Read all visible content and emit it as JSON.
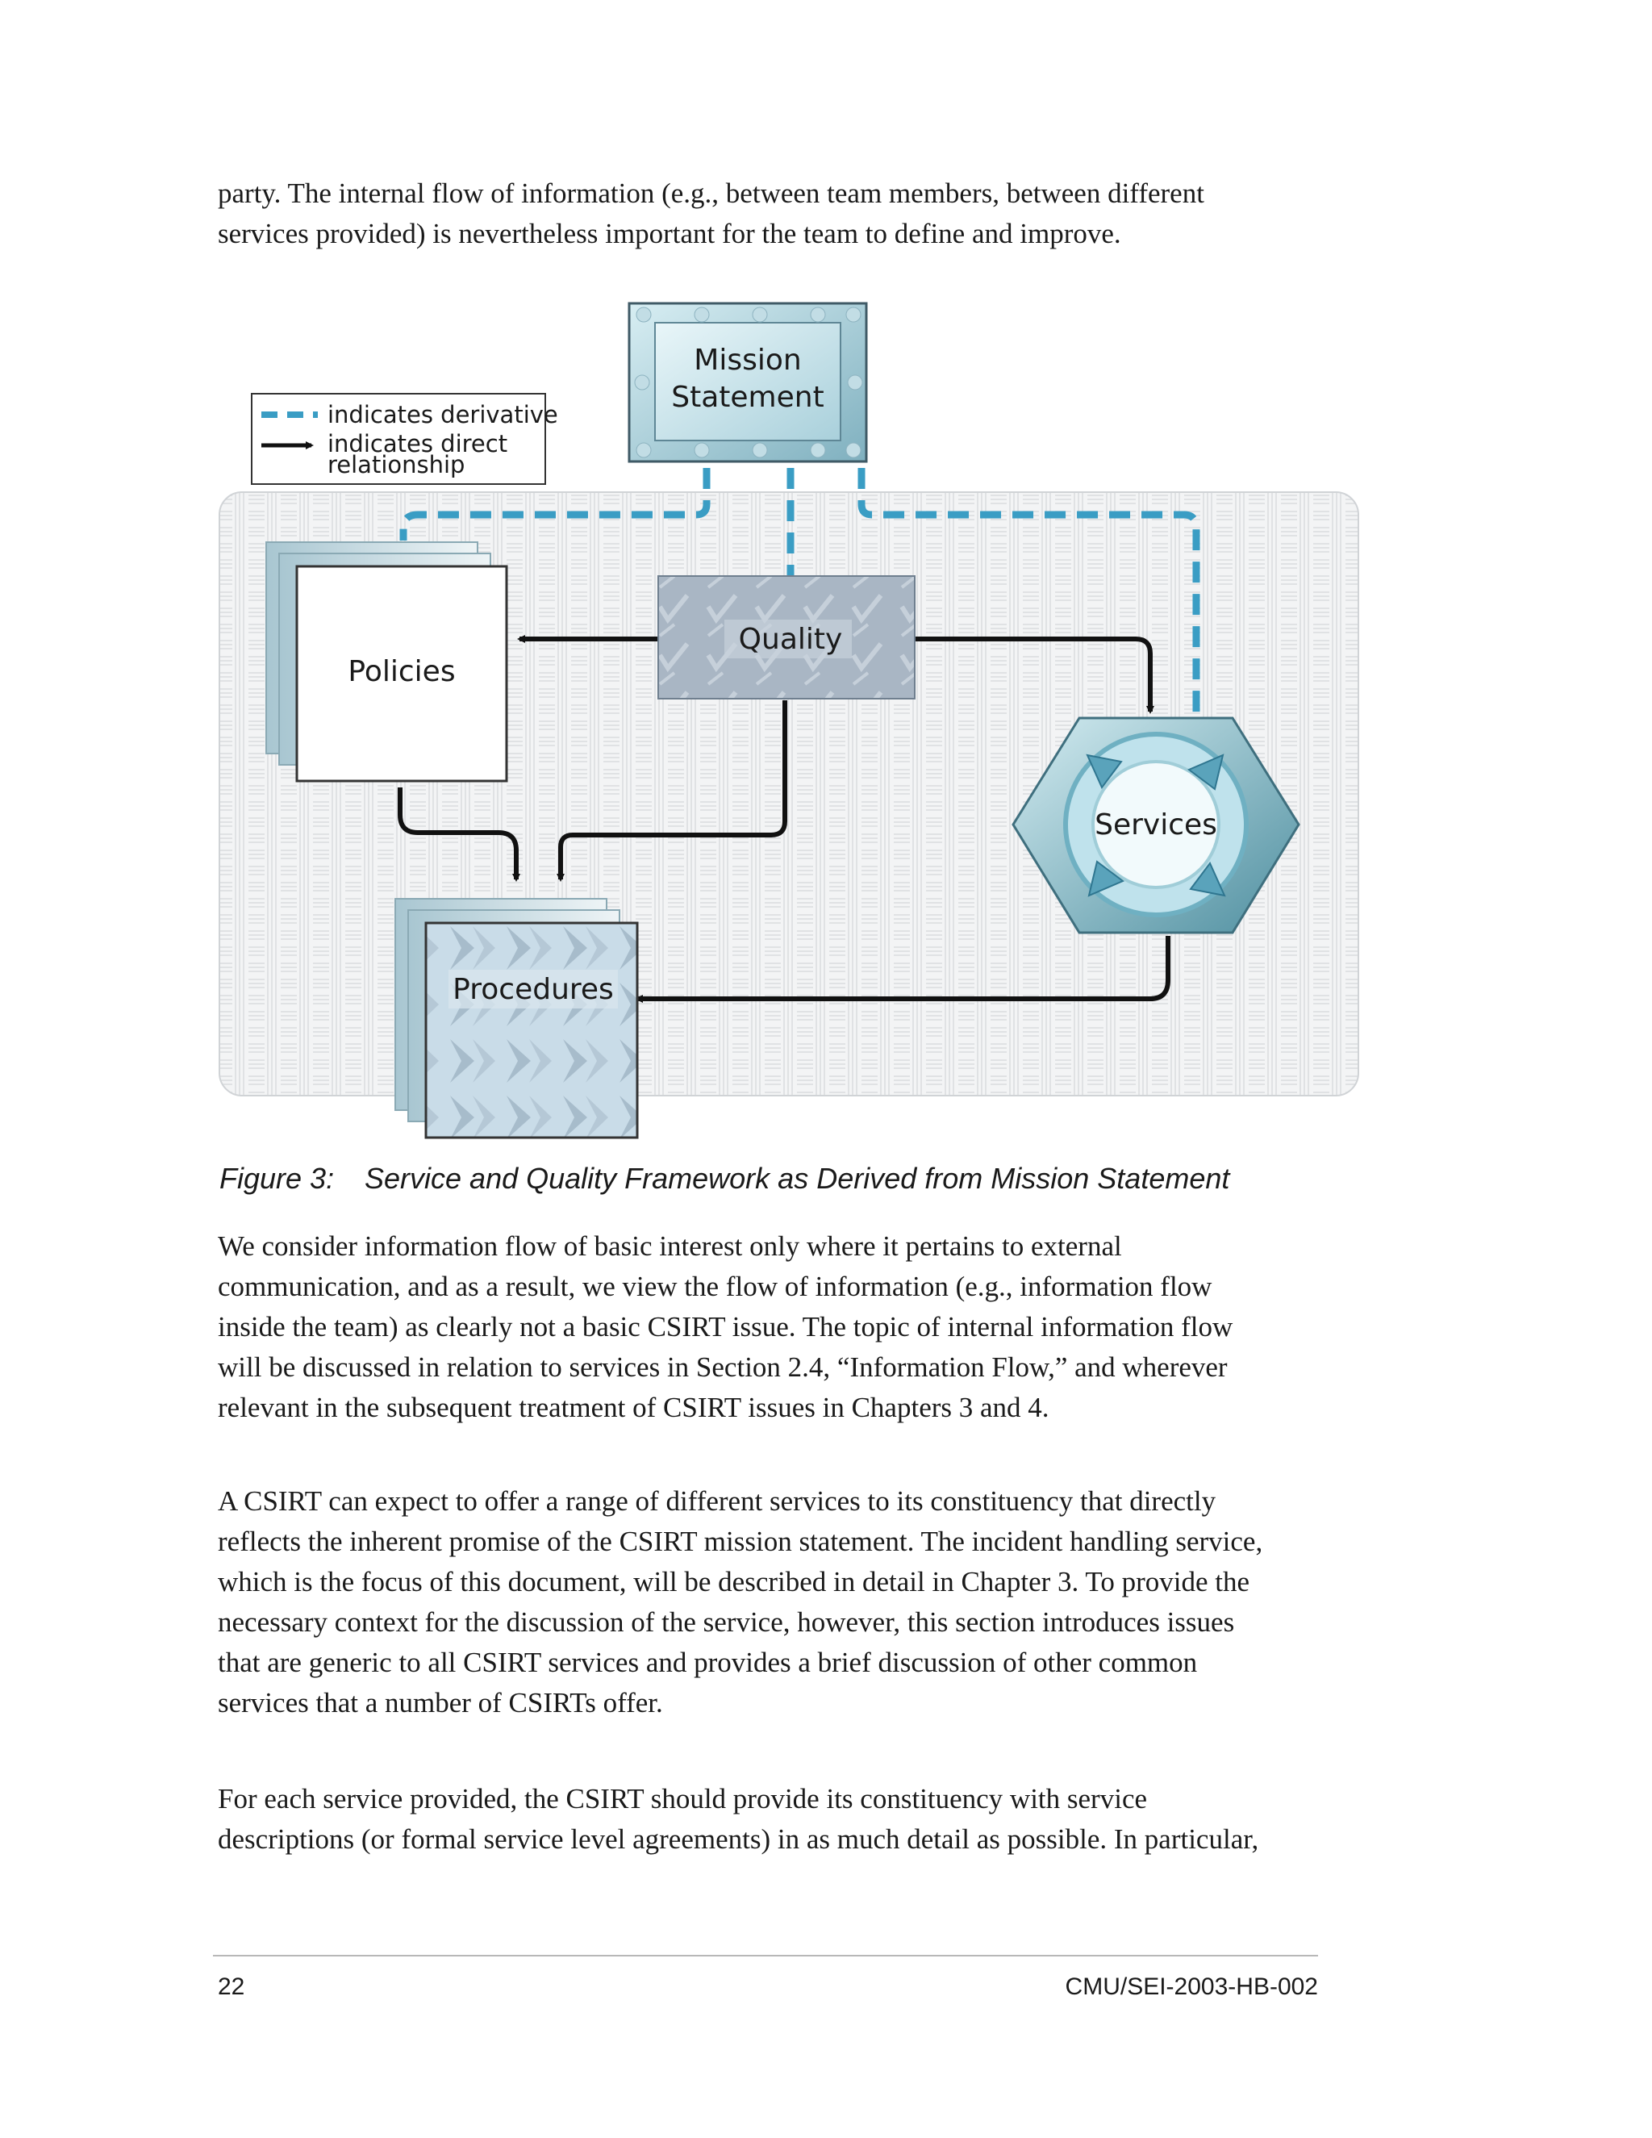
{
  "intro": {
    "lines": [
      "party. The internal flow of information (e.g., between team members, between different",
      "services provided) is nevertheless important for the team to define and improve."
    ]
  },
  "figure": {
    "legend": {
      "derivative": "indicates derivative",
      "direct_line1": "indicates direct",
      "direct_line2": "relationship"
    },
    "nodes": {
      "mission_line1": "Mission",
      "mission_line2": "Statement",
      "quality": "Quality",
      "policies": "Policies",
      "services": "Services",
      "procedures": "Procedures"
    },
    "colors": {
      "derivative_dash": "#3a9dc4",
      "direct_arrow": "#111111",
      "mission_frame": "#8fbcc8",
      "quality_box": "#a9b6c4",
      "services_hex": "#6fa7b5"
    },
    "caption_label": "Figure 3:",
    "caption_text": "Service and Quality Framework as Derived from Mission Statement"
  },
  "para2": {
    "lines": [
      "We consider information flow of basic interest only where it pertains to external",
      "communication, and as a result, we view the flow of information (e.g., information flow",
      "inside the team) as clearly not a basic CSIRT issue. The topic of internal information flow",
      "will be discussed in relation to services in Section 2.4, “Information Flow,” and wherever",
      "relevant in the subsequent treatment of CSIRT issues in Chapters 3 and 4."
    ]
  },
  "para3": {
    "lines": [
      "A CSIRT can expect to offer a range of different services to its constituency that directly",
      "reflects the inherent promise of the CSIRT mission statement. The incident handling service,",
      "which is the focus of this document, will be described in detail in Chapter 3. To provide the",
      "necessary context for the discussion of the service, however, this section introduces issues",
      "that are generic to all CSIRT services and provides a brief discussion of other common",
      "services that a number of CSIRTs offer."
    ]
  },
  "para4": {
    "lines": [
      "For each service provided, the CSIRT should provide its constituency with service",
      "descriptions (or formal service level agreements) in as much detail as possible. In particular,"
    ]
  },
  "footer": {
    "page_number": "22",
    "doc_id": "CMU/SEI-2003-HB-002"
  }
}
